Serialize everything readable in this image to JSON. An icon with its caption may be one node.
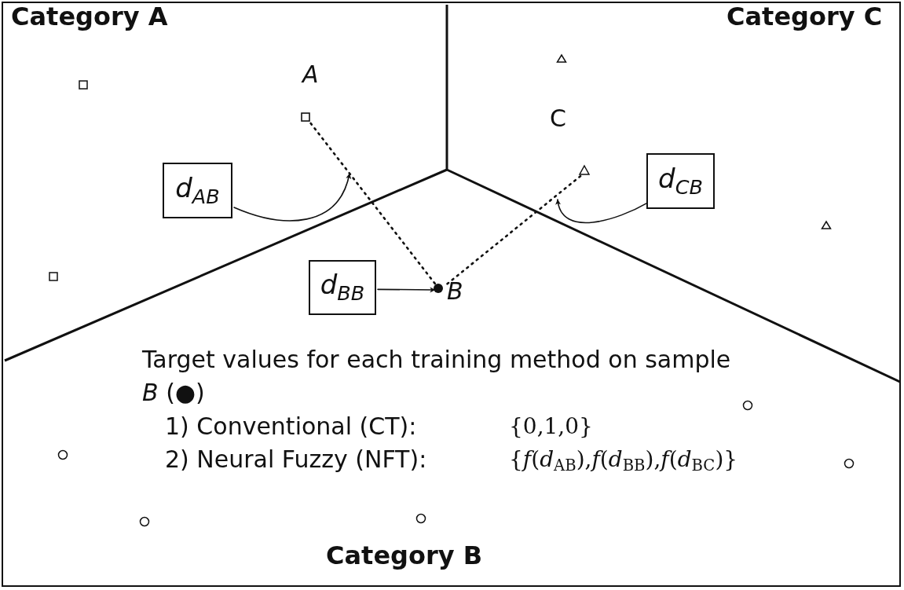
{
  "diagram": {
    "nodes": [
      {
        "text": [],
        "shape": "box",
        "beside": [
          "A"
        ]
      },
      {
        "text": [],
        "shape": "triangle",
        "beside": [
          "C"
        ]
      },
      {
        "text": [
          "d$_{AB}$"
        ]
      },
      {
        "text": [
          "d$_{CB}$"
        ]
      },
      {
        "text": [
          "d$_{BB}$"
        ]
      },
      {
        "text": [],
        "shape": "circle",
        "beside": [
          "B"
        ]
      }
    ],
    "edges": [
      {
        "from": 0,
        "to": 5,
        "arrow": "none",
        "style": "dashed"
      },
      {
        "from": 1,
        "to": 5,
        "arrow": "none",
        "style": "dashed"
      },
      {
        "from": 2,
        "to": null,
        "arrow": "to"
      },
      {
        "from": 3,
        "to": null,
        "arrow": "to"
      },
      {
        "from": 4,
        "to": 5,
        "arrow": "to"
      }
    ],
    "labels": [
      "Category A",
      "Category C",
      "Target values for each training method on sample *B* (●)",
      "1) Conventional (CT):",
      "{0,1,0}",
      "2) Neural Fuzzy (NFT):",
      "{*f*(*d*$_{AB}$),*f*(*d*$_{BB}$),*f*(*d*$_{BC}$)}",
      "Category B"
    ]
  }
}
